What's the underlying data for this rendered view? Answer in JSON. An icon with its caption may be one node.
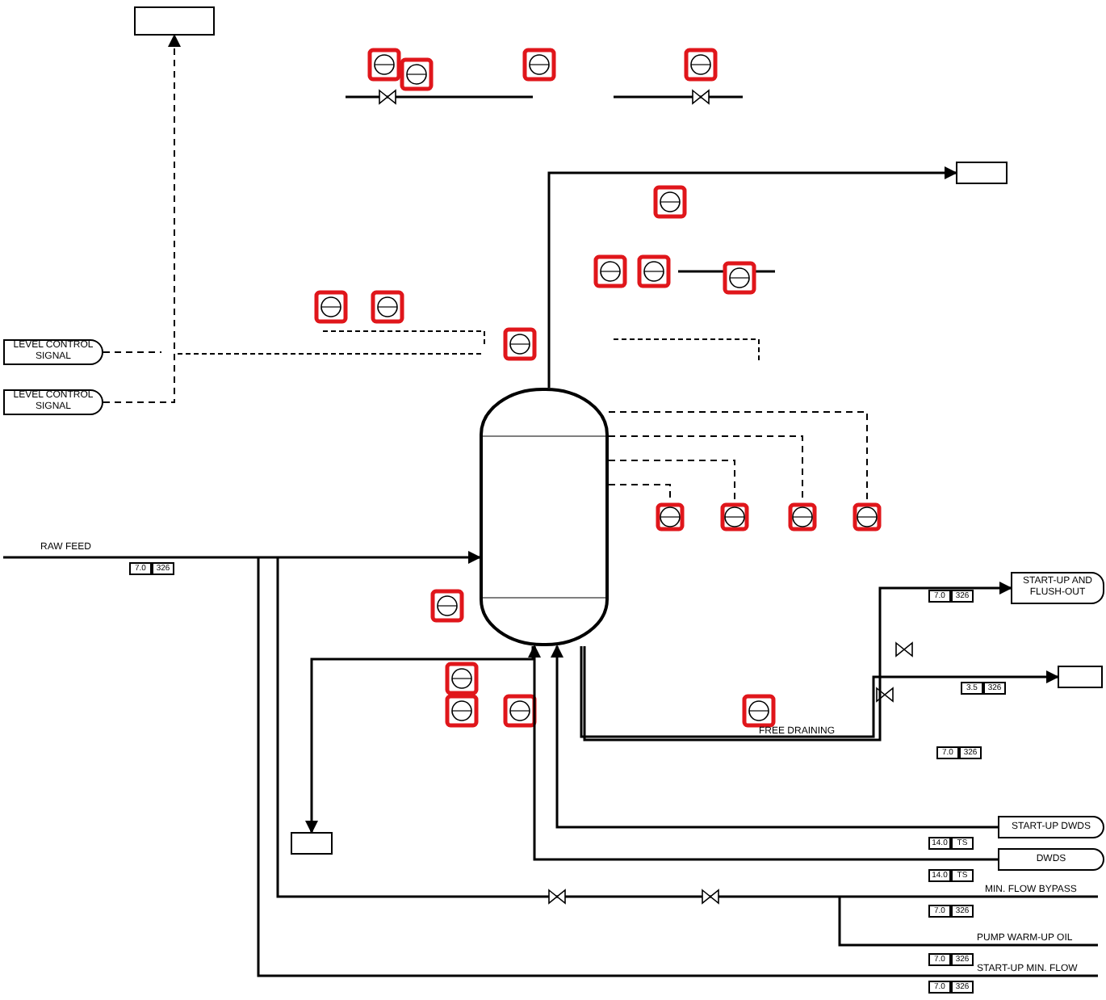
{
  "diagram": {
    "nodes": [
      {
        "text": [],
        "shape": "box"
      },
      {
        "text": [],
        "shape": "box"
      },
      {
        "text": [],
        "shape": "cylinder"
      },
      {
        "text": [
          "LEVEL CONTROL SIGNAL"
        ]
      },
      {
        "text": [
          "LEVEL CONTROL SIGNAL"
        ]
      },
      {
        "text": [
          "START-UP AND FLUSH-OUT"
        ]
      },
      {
        "text": [
          "START-UP DWDS"
        ]
      },
      {
        "text": [
          "DWDS"
        ]
      },
      {
        "text": [],
        "shape": "box"
      },
      {
        "text": [],
        "shape": "box"
      },
      {
        "text": [],
        "shape": "box"
      },
      {
        "text": [],
        "shape": "box"
      },
      {
        "text": [],
        "shape": "box"
      },
      {
        "text": [],
        "shape": "box"
      }
    ],
    "edges": [
      {
        "from": 2,
        "to": 1,
        "arrow": "to"
      },
      {
        "from": 2,
        "to": 5,
        "arrow": "to"
      },
      {
        "from": 2,
        "to": 9,
        "arrow": "to"
      },
      {
        "from": 2,
        "to": 8,
        "arrow": "to"
      },
      {
        "from": null,
        "to": 2,
        "arrow": "to",
        "label": "RAW FEED"
      },
      {
        "from": 6,
        "to": 2,
        "arrow": "to"
      },
      {
        "from": 7,
        "to": 2,
        "arrow": "to"
      },
      {
        "from": 3,
        "to": null,
        "arrow": "none",
        "style": "dashed"
      },
      {
        "from": 4,
        "to": 0,
        "arrow": "to",
        "style": "dashed"
      },
      {
        "from": 2,
        "to": 10,
        "arrow": "none",
        "style": "dashed"
      },
      {
        "from": 2,
        "to": 11,
        "arrow": "none",
        "style": "dashed"
      },
      {
        "from": 2,
        "to": 12,
        "arrow": "none",
        "style": "dashed"
      },
      {
        "from": 2,
        "to": 13,
        "arrow": "none",
        "style": "dashed"
      }
    ],
    "labels": [
      "7.0",
      "326",
      "FREE DRAINING",
      "7.0",
      "326",
      "3.5",
      "326",
      "7.0",
      "326",
      "14.0",
      "TS",
      "14.0",
      "TS",
      "MIN. FLOW BYPASS",
      "7.0",
      "326",
      "PUMP WARM-UP OIL",
      "7.0",
      "326",
      "START-UP MIN. FLOW",
      "7.0",
      "326"
    ]
  }
}
